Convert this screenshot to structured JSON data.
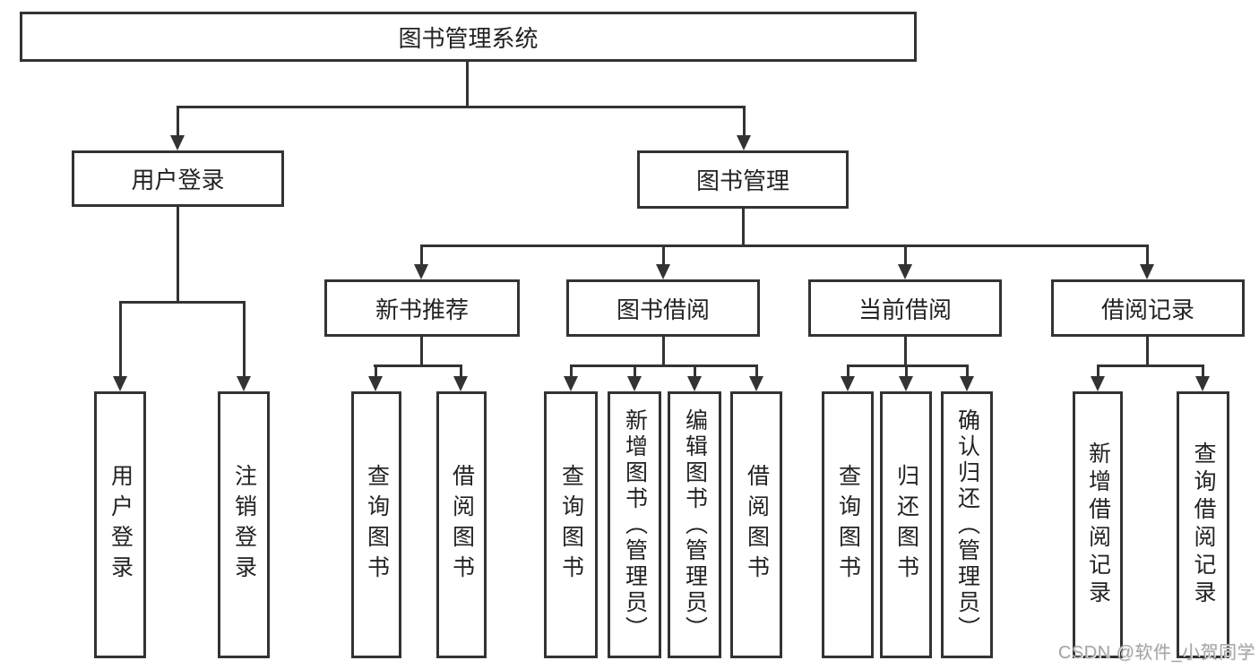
{
  "colors": {
    "line": "#333333",
    "text": "#222222",
    "watermark": "#a6a6a6",
    "background": "#ffffff"
  },
  "tree": {
    "label": "图书管理系统",
    "children": [
      {
        "label": "用户登录",
        "children": [
          {
            "label": "用户登录"
          },
          {
            "label": "注销登录"
          }
        ]
      },
      {
        "label": "图书管理",
        "children": [
          {
            "label": "新书推荐",
            "children": [
              {
                "label": "查询图书"
              },
              {
                "label": "借阅图书"
              }
            ]
          },
          {
            "label": "图书借阅",
            "children": [
              {
                "label": "查询图书"
              },
              {
                "label": "新增图书（管理员）"
              },
              {
                "label": "编辑图书（管理员）"
              },
              {
                "label": "借阅图书"
              }
            ]
          },
          {
            "label": "当前借阅",
            "children": [
              {
                "label": "查询图书"
              },
              {
                "label": "归还图书"
              },
              {
                "label": "确认归还（管理员）"
              }
            ]
          },
          {
            "label": "借阅记录",
            "children": [
              {
                "label": "新增借阅记录"
              },
              {
                "label": "查询借阅记录"
              }
            ]
          }
        ]
      }
    ]
  },
  "watermark": {
    "text": "CSDN @软件_小贺同学"
  }
}
